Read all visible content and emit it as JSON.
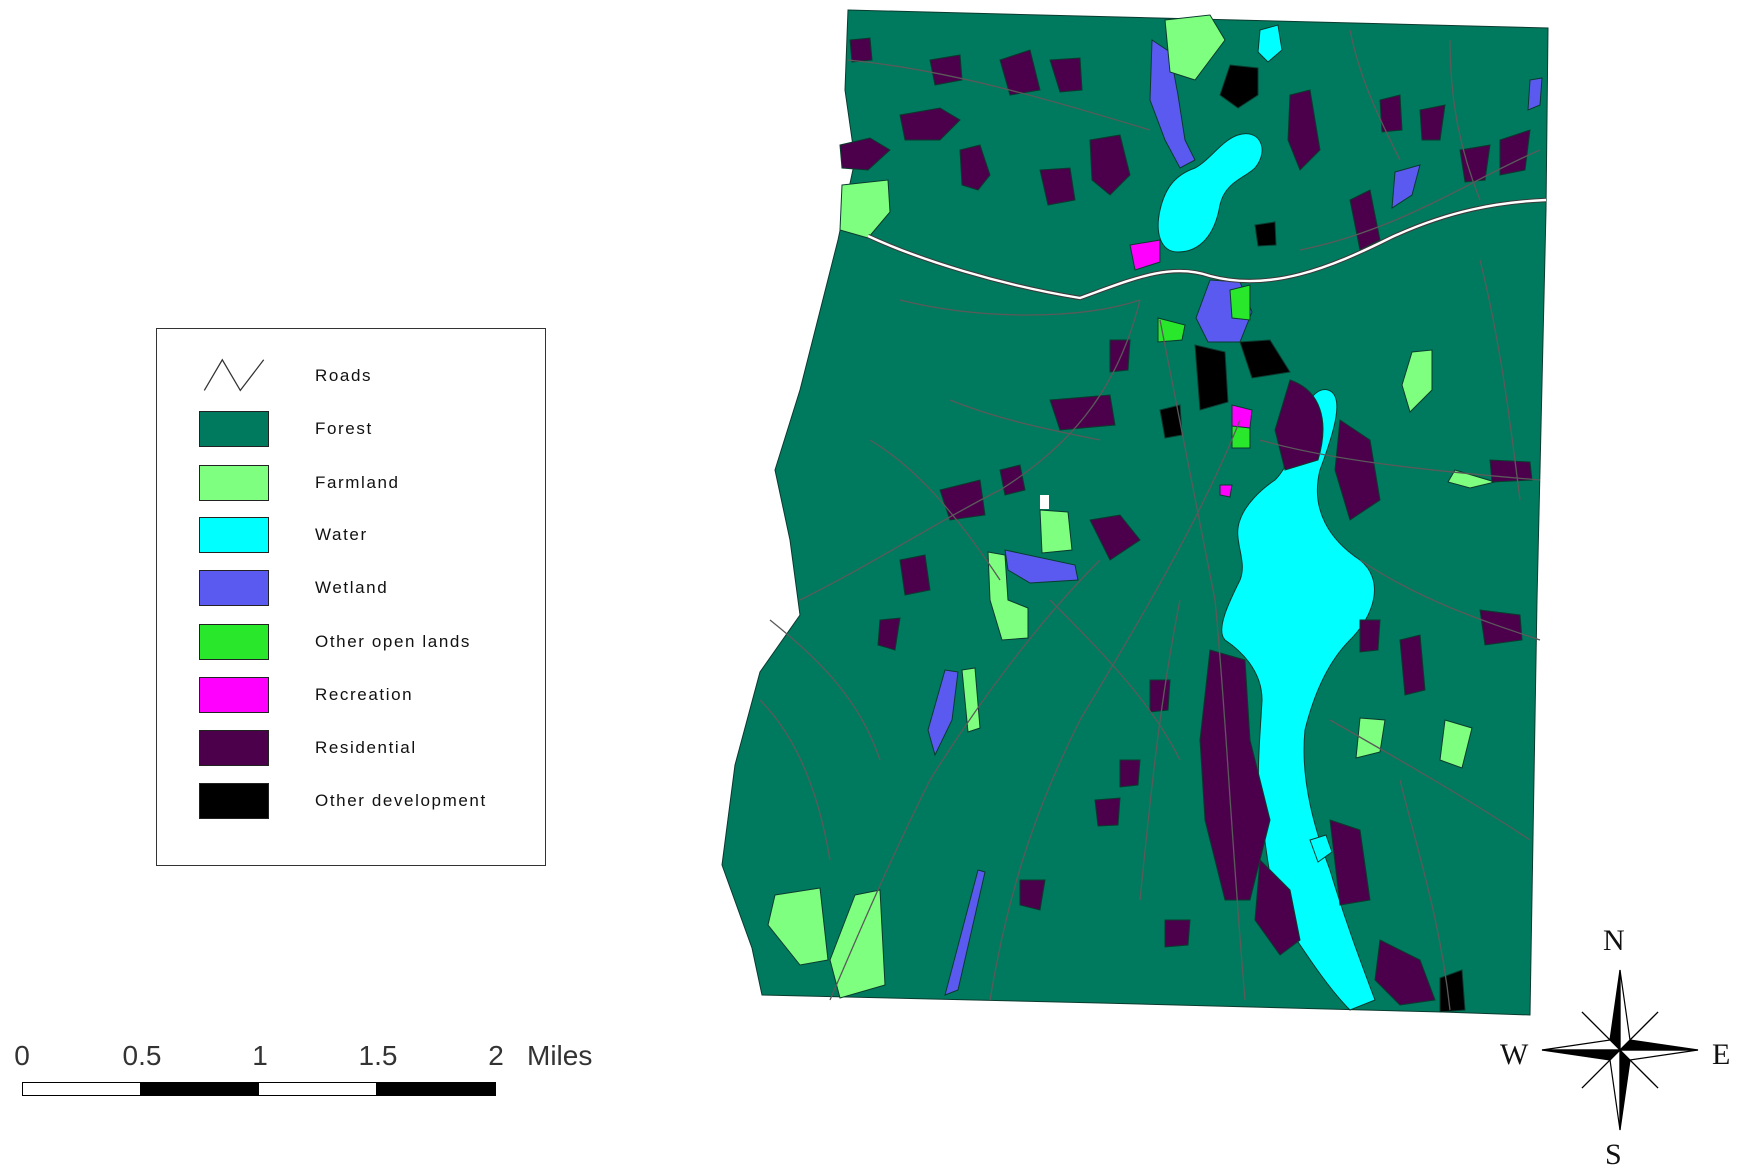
{
  "colors": {
    "forest": "#007A5E",
    "farmland": "#7FFF7F",
    "water": "#00FFFF",
    "wetland": "#5A5AF0",
    "other_open": "#29E82B",
    "recreation": "#FF00FF",
    "residential": "#4C004C",
    "other_development": "#000000",
    "roads": "#5A5A5A",
    "highway": "#FFFFFF"
  },
  "legend": {
    "items": [
      {
        "label": "Roads",
        "swatch": "line"
      },
      {
        "label": "Forest",
        "swatch": "#007A5E"
      },
      {
        "label": "Farmland",
        "swatch": "#7FFF7F"
      },
      {
        "label": "Water",
        "swatch": "#00FFFF"
      },
      {
        "label": "Wetland",
        "swatch": "#5A5AF0"
      },
      {
        "label": "Other open lands",
        "swatch": "#29E82B"
      },
      {
        "label": "Recreation",
        "swatch": "#FF00FF"
      },
      {
        "label": "Residential",
        "swatch": "#4C004C"
      },
      {
        "label": "Other development",
        "swatch": "#000000"
      }
    ]
  },
  "scale": {
    "labels": [
      "0",
      "0.5",
      "1",
      "1.5",
      "2"
    ],
    "unit": "Miles"
  },
  "compass": {
    "n": "N",
    "s": "S",
    "e": "E",
    "w": "W"
  }
}
